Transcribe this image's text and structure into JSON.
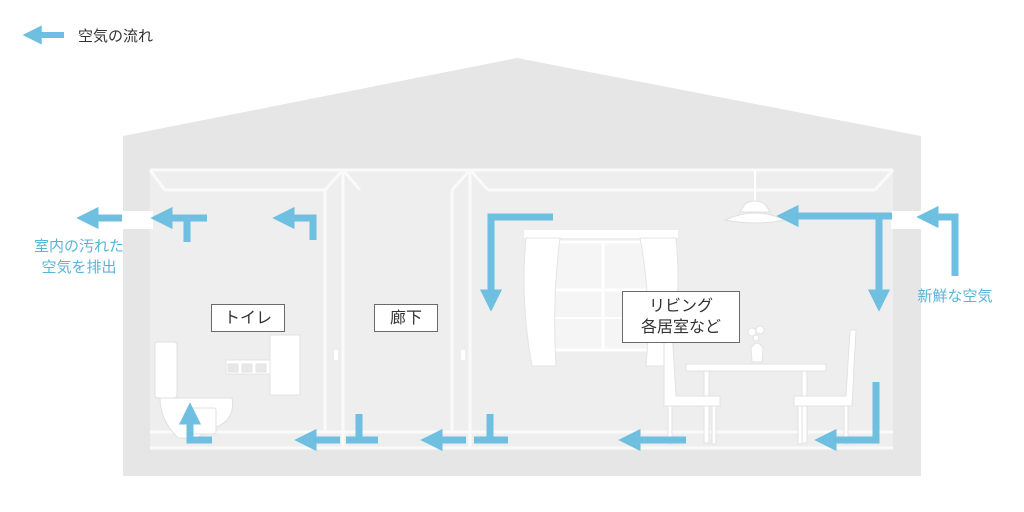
{
  "legend": {
    "label": "空気の流れ",
    "icon": "arrow-left-icon"
  },
  "rooms": {
    "toilet": "トイレ",
    "hallway": "廊下",
    "living_line1": "リビング",
    "living_line2": "各居室など"
  },
  "exhaust": {
    "line1": "室内の汚れた",
    "line2": "空気を排出"
  },
  "intake": {
    "label": "新鮮な空気"
  },
  "colors": {
    "airflow": "#6fbfe0",
    "house": "#e6e6e6",
    "wall_line": "#f7f7f7",
    "text_blue": "#5ab4d8"
  }
}
